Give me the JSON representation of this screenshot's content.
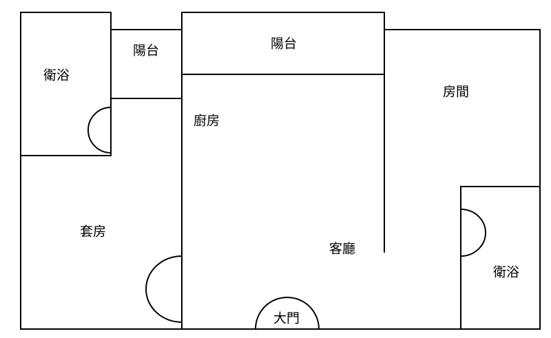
{
  "rooms": {
    "bath_top_left": "衛浴",
    "balcony_small": "陽台",
    "balcony_large": "陽台",
    "kitchen": "廚房",
    "bedroom": "房間",
    "suite": "套房",
    "living_room": "客廳",
    "bath_right": "衛浴",
    "main_door": "大門"
  },
  "colors": {
    "line": "#000000",
    "background": "#ffffff"
  }
}
